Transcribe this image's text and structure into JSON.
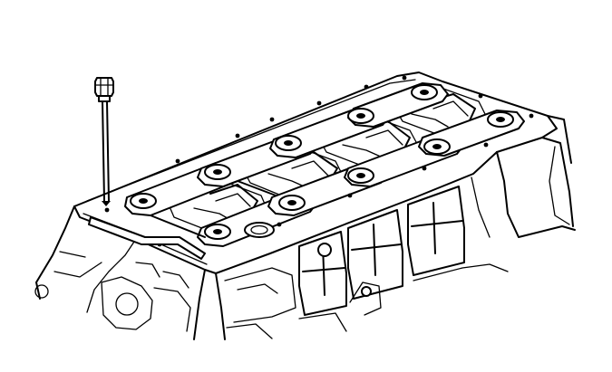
{
  "diagram": {
    "subject": "engine-lower-crankcase-illustration",
    "colors": {
      "line": "#000000",
      "background": "#ffffff"
    },
    "components": [
      {
        "name": "bolt",
        "count": 1
      },
      {
        "name": "lower-crankcase-frame",
        "count": 1
      },
      {
        "name": "main-bearing-cap-bosses",
        "count": 4
      },
      {
        "name": "crankshaft-journal-openings",
        "count": 4
      }
    ]
  }
}
